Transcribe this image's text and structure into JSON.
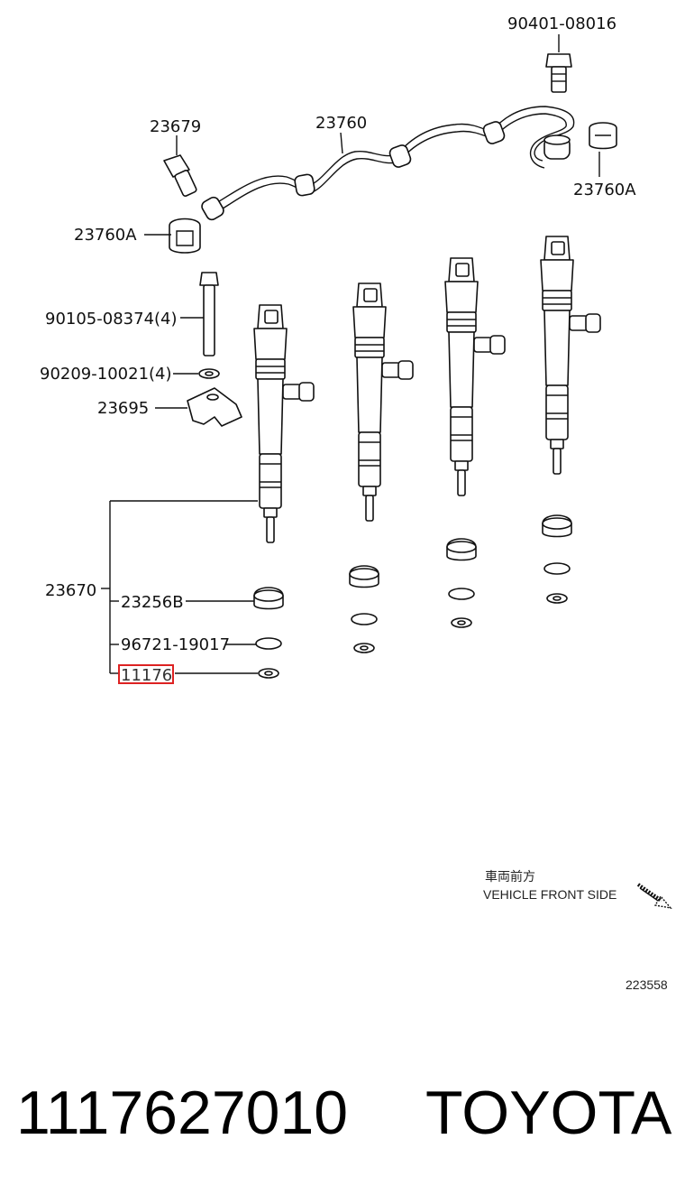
{
  "callouts": {
    "banjo_bolt_top": "90401-08016",
    "union_bolt": "23679",
    "pipe": "23760",
    "clamp_right": "23760A",
    "clamp_left": "23760A",
    "bolt": "90105-08374(4)",
    "washer": "90209-10021(4)",
    "clamp_holder": "23695",
    "injector_assy": "23670",
    "nozzle_seat": "23256B",
    "o_ring": "96721-19017",
    "gasket": "11176"
  },
  "direction": {
    "jp": "車両前方",
    "en": "VEHICLE FRONT SIDE"
  },
  "illustration_id": "223558",
  "footer": {
    "part_number": "1117627010",
    "brand": "TOYOTA"
  },
  "colors": {
    "highlight": "#d22222",
    "ink": "#111111"
  }
}
